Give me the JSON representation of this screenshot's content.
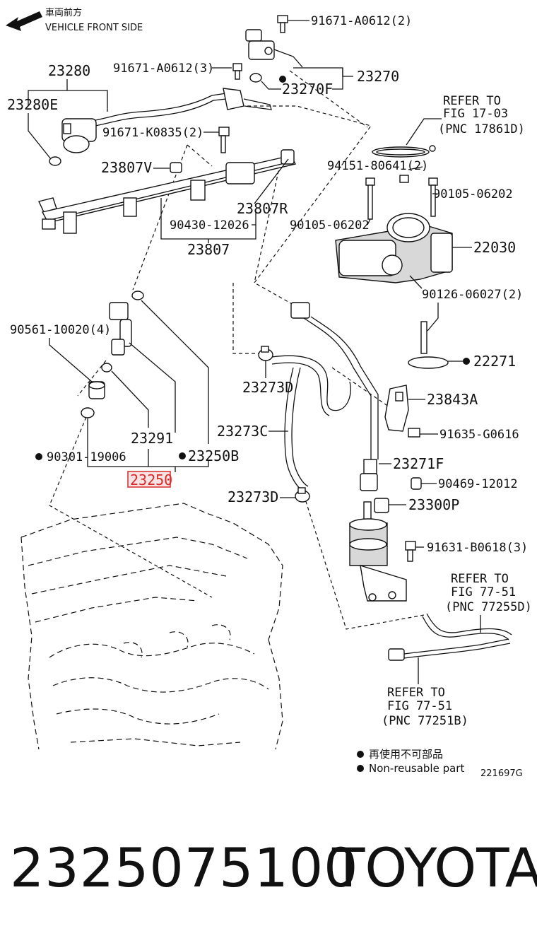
{
  "header": {
    "front_jp": "車両前方",
    "front_en": "VEHICLE FRONT SIDE"
  },
  "labels": {
    "l_91671_a0612_2": "91671-A0612(2)",
    "l_23280": "23280",
    "l_91671_a0612_3": "91671-A0612(3)",
    "l_23270": "23270",
    "l_23270f": "23270F",
    "l_23280e": "23280E",
    "l_refer1_a": "REFER TO",
    "l_refer1_b": "FIG 17-03",
    "l_refer1_c": "(PNC 17861D)",
    "l_91671_k0835": "91671-K0835(2)",
    "l_23807v": "23807V",
    "l_94151": "94151-80641(2)",
    "l_90105_r": "90105-06202",
    "l_23807r": "23807R",
    "l_90430": "90430-12026",
    "l_90105_l": "90105-06202",
    "l_23807": "23807",
    "l_22030": "22030",
    "l_90126": "90126-06027(2)",
    "l_90561": "90561-10020(4)",
    "l_22271": "22271",
    "l_23273d_a": "23273D",
    "l_23843a": "23843A",
    "l_23273c": "23273C",
    "l_91635": "91635-G0616",
    "l_23291": "23291",
    "l_90301": "90301-19006",
    "l_23250b": "23250B",
    "l_23271f": "23271F",
    "l_23250": "23250",
    "l_90469": "90469-12012",
    "l_23273d_b": "23273D",
    "l_23300p": "23300P",
    "l_91631": "91631-B0618(3)",
    "l_refer2_a": "REFER TO",
    "l_refer2_b": "FIG 77-51",
    "l_refer2_c": "(PNC 77255D)",
    "l_refer3_a": "REFER TO",
    "l_refer3_b": "FIG 77-51",
    "l_refer3_c": "(PNC 77251B)"
  },
  "legend": {
    "jp": "再使用不可部品",
    "en": "Non-reusable part"
  },
  "figure_code": "221697G",
  "highlight_color": "#d62828",
  "footer": {
    "part_number": "2325075100",
    "brand": "TOYOTA"
  }
}
